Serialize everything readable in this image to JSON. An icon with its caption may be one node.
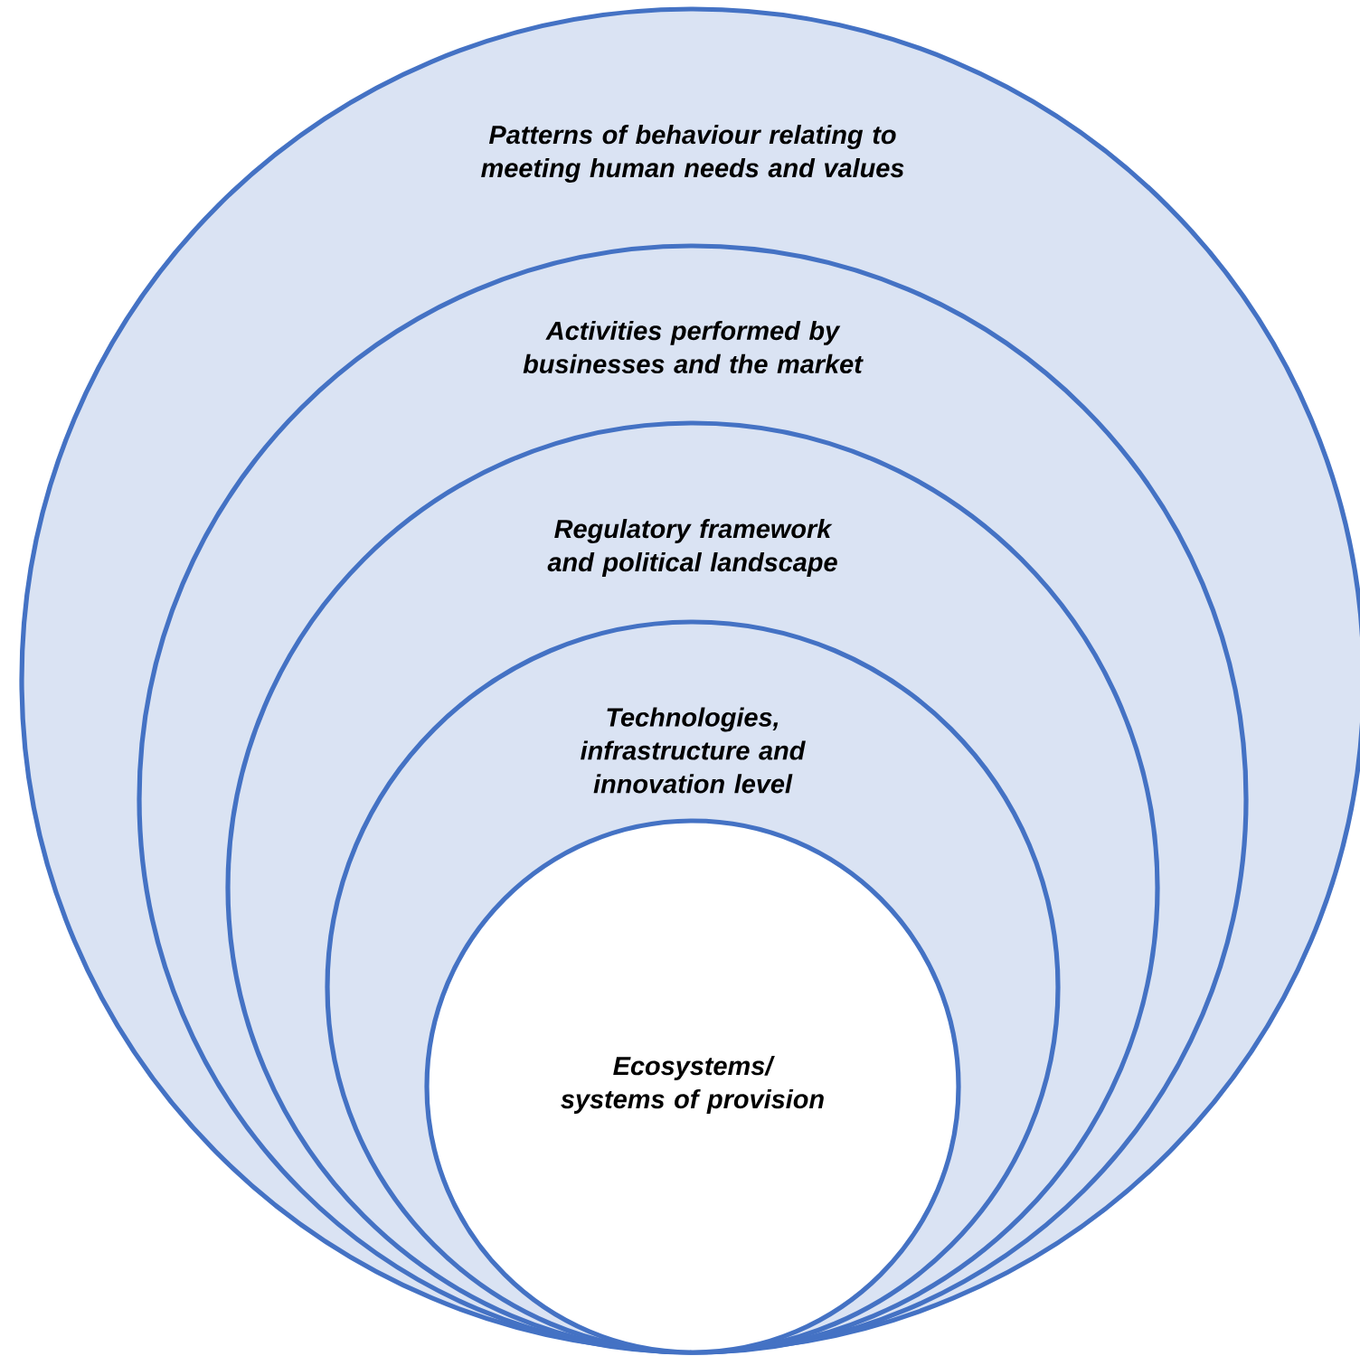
{
  "diagram": {
    "nodes": [
      {
        "text": [
          "Patterns of behaviour relating to meeting human needs and values"
        ]
      },
      {
        "text": [
          "Activities performed by businesses and the market"
        ],
        "in": 0
      },
      {
        "text": [
          "Regulatory framework and political landscape"
        ],
        "in": 1
      },
      {
        "text": [
          "Technologies, infrastructure and innovation level"
        ],
        "in": 2
      },
      {
        "text": [
          "Ecosystems/ systems of provision"
        ],
        "in": 3
      }
    ]
  }
}
